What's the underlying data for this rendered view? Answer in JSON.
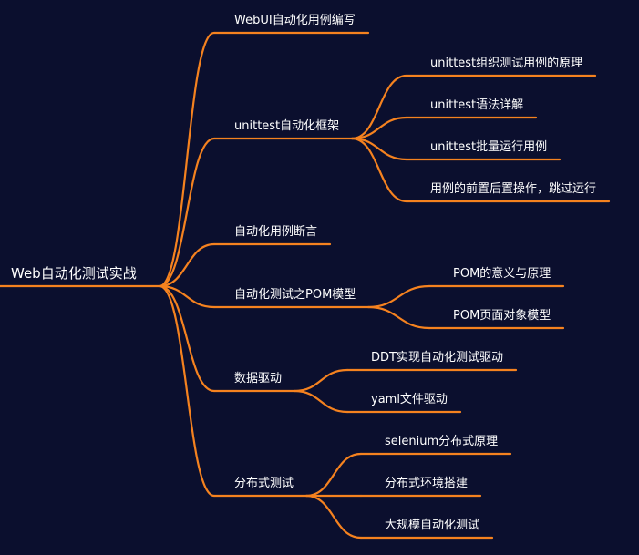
{
  "colors": {
    "background": "#0b0f2e",
    "branch": "#f5821f",
    "text": "#ffffff"
  },
  "root": {
    "label": "Web自动化测试实战",
    "children": [
      {
        "label": "WebUI自动化用例编写",
        "children": []
      },
      {
        "label": "unittest自动化框架",
        "children": [
          {
            "label": "unittest组织测试用例的原理"
          },
          {
            "label": "unittest语法详解"
          },
          {
            "label": "unittest批量运行用例"
          },
          {
            "label": "用例的前置后置操作，跳过运行"
          }
        ]
      },
      {
        "label": "自动化用例断言",
        "children": []
      },
      {
        "label": "自动化测试之POM模型",
        "children": [
          {
            "label": "POM的意义与原理"
          },
          {
            "label": "POM页面对象模型"
          }
        ]
      },
      {
        "label": "数据驱动",
        "children": [
          {
            "label": "DDT实现自动化测试驱动"
          },
          {
            "label": "yaml文件驱动"
          }
        ]
      },
      {
        "label": "分布式测试",
        "children": [
          {
            "label": "selenium分布式原理"
          },
          {
            "label": "分布式环境搭建"
          },
          {
            "label": "大规模自动化测试"
          }
        ]
      }
    ]
  }
}
